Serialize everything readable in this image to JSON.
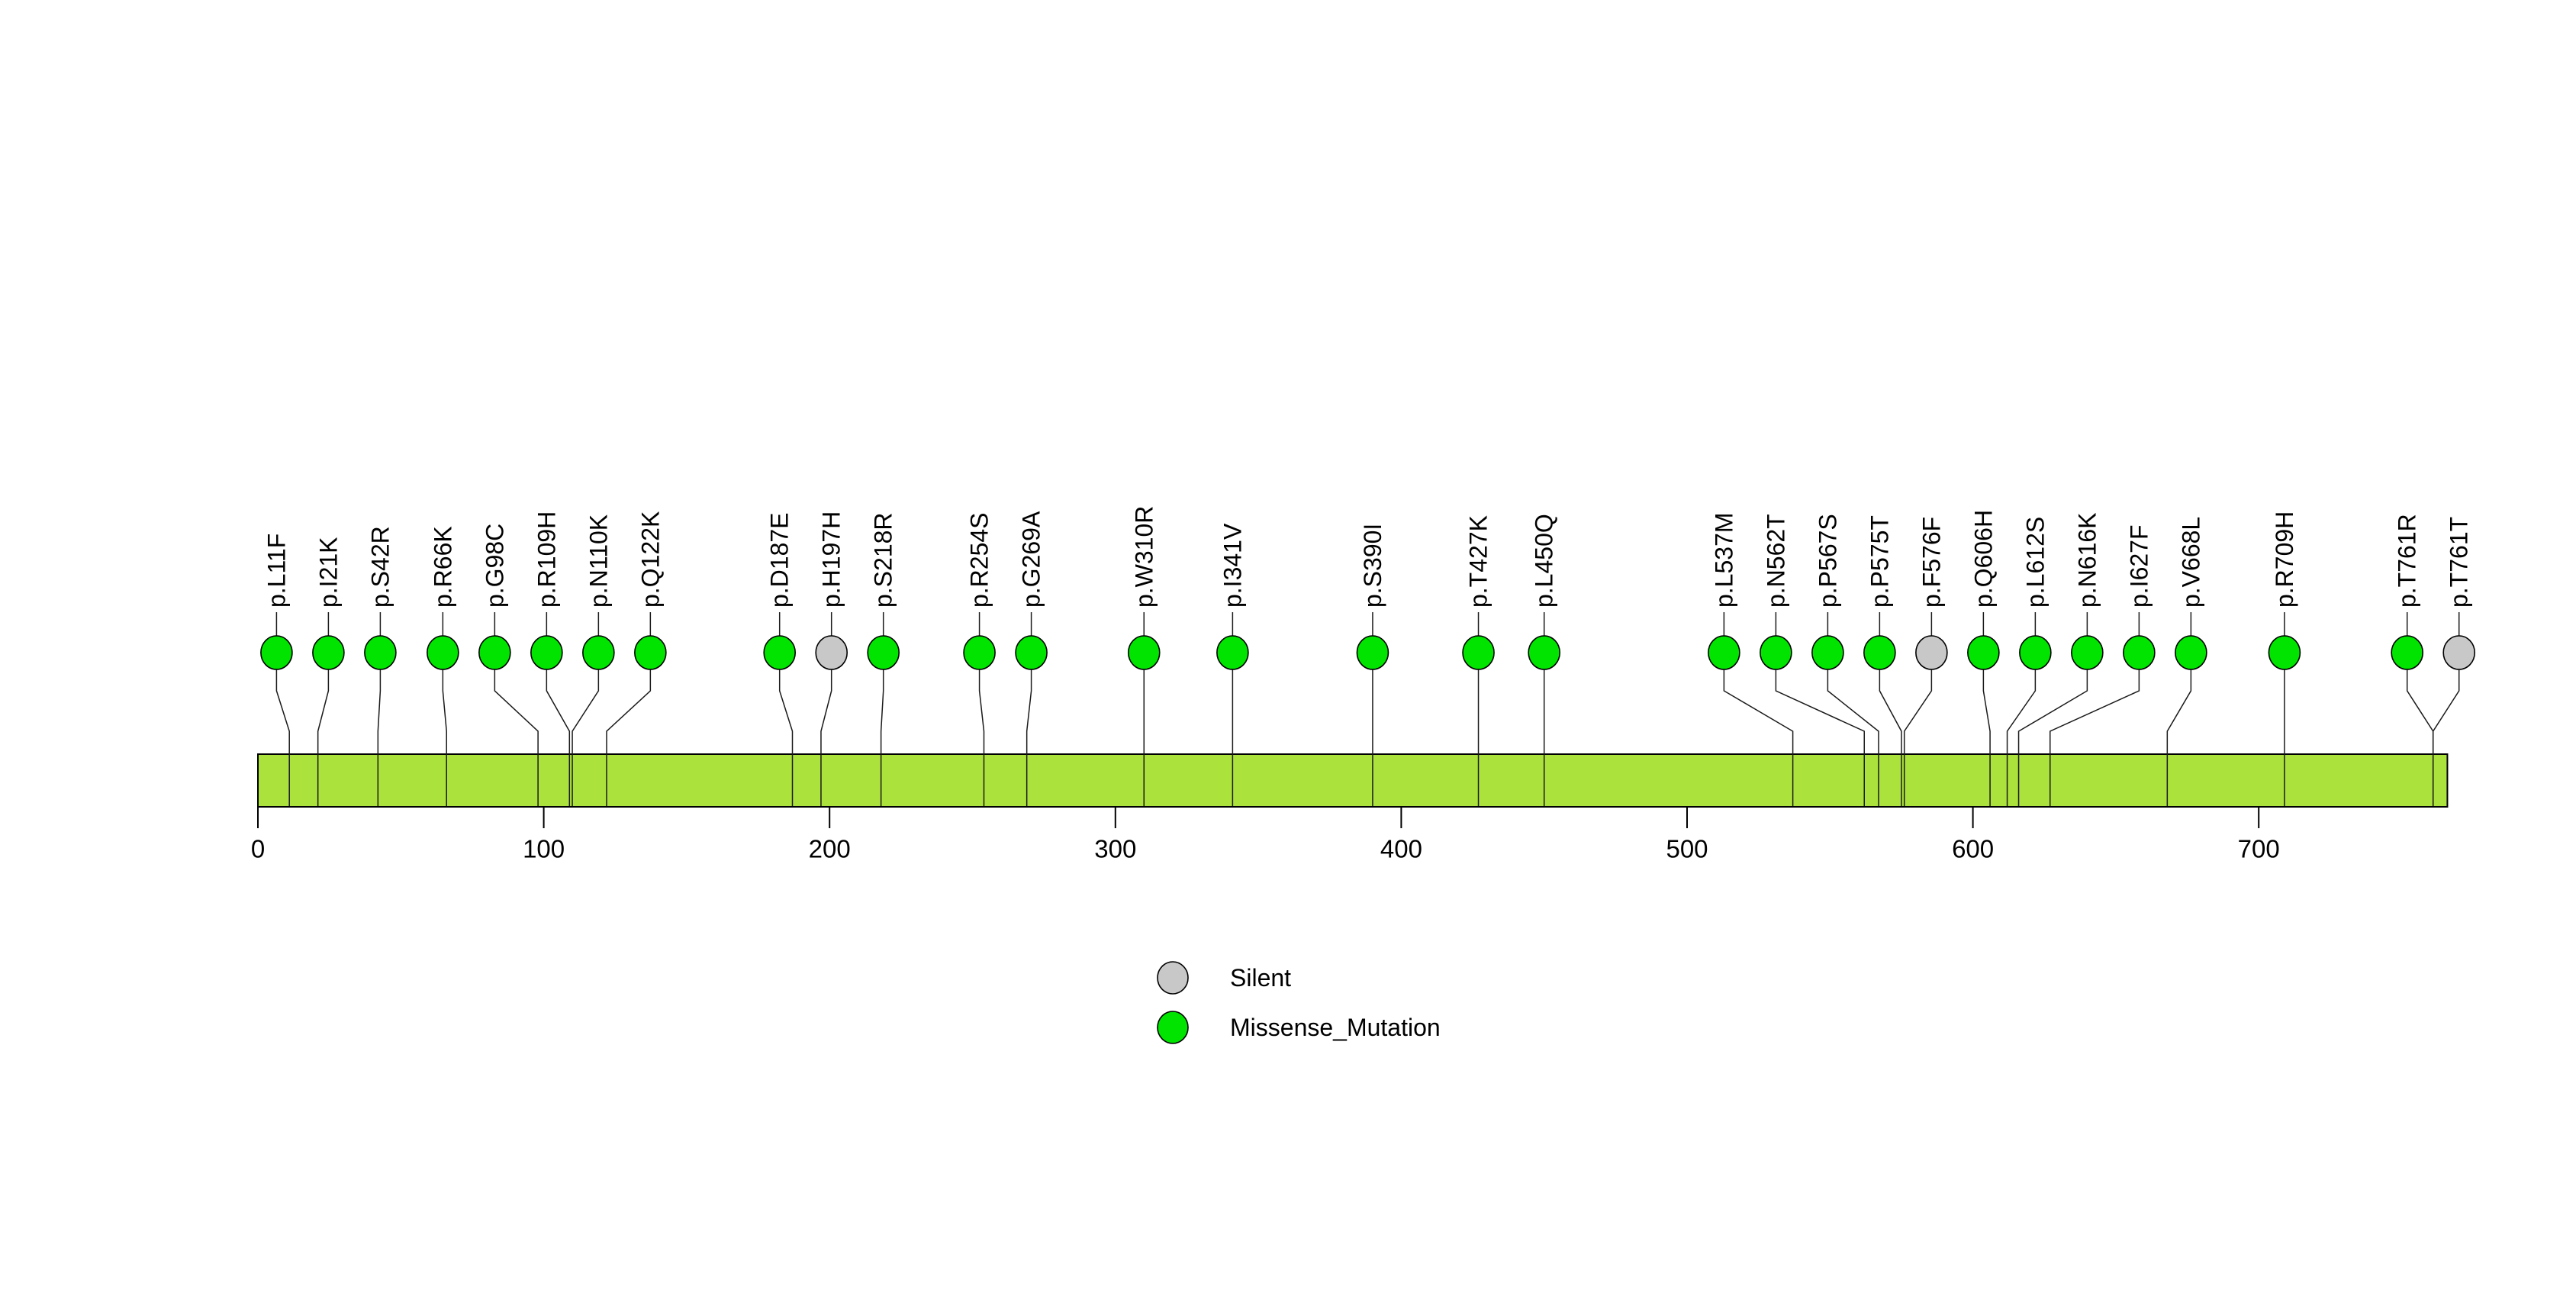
{
  "figure": {
    "background": "#FFFFFF"
  },
  "chart_data": {
    "type": "lollipop",
    "title": "",
    "xlabel": "",
    "ylabel": "",
    "protein": {
      "length": 766
    },
    "xaxis": {
      "ticks": [
        0,
        100,
        200,
        300,
        400,
        500,
        600,
        700
      ],
      "min": 0,
      "max": 766
    },
    "gene_body_color": "#ACE23C",
    "stem_color": "#1A1A1A",
    "outline_color": "#000000",
    "mutation_classes": [
      {
        "name": "Silent",
        "color": "#C8C8C8"
      },
      {
        "name": "Missense_Mutation",
        "color": "#00E400"
      }
    ],
    "legend": {
      "position": "bottom-center",
      "items": [
        "Silent",
        "Missense_Mutation"
      ]
    },
    "mutations": [
      {
        "label": "p.L11F",
        "position": 11,
        "class": "Missense_Mutation"
      },
      {
        "label": "p.I21K",
        "position": 21,
        "class": "Missense_Mutation"
      },
      {
        "label": "p.S42R",
        "position": 42,
        "class": "Missense_Mutation"
      },
      {
        "label": "p.R66K",
        "position": 66,
        "class": "Missense_Mutation"
      },
      {
        "label": "p.G98C",
        "position": 98,
        "class": "Missense_Mutation"
      },
      {
        "label": "p.R109H",
        "position": 109,
        "class": "Missense_Mutation"
      },
      {
        "label": "p.N110K",
        "position": 110,
        "class": "Missense_Mutation"
      },
      {
        "label": "p.Q122K",
        "position": 122,
        "class": "Missense_Mutation"
      },
      {
        "label": "p.D187E",
        "position": 187,
        "class": "Missense_Mutation"
      },
      {
        "label": "p.H197H",
        "position": 197,
        "class": "Silent"
      },
      {
        "label": "p.S218R",
        "position": 218,
        "class": "Missense_Mutation"
      },
      {
        "label": "p.R254S",
        "position": 254,
        "class": "Missense_Mutation"
      },
      {
        "label": "p.G269A",
        "position": 269,
        "class": "Missense_Mutation"
      },
      {
        "label": "p.W310R",
        "position": 310,
        "class": "Missense_Mutation"
      },
      {
        "label": "p.I341V",
        "position": 341,
        "class": "Missense_Mutation"
      },
      {
        "label": "p.S390I",
        "position": 390,
        "class": "Missense_Mutation"
      },
      {
        "label": "p.T427K",
        "position": 427,
        "class": "Missense_Mutation"
      },
      {
        "label": "p.L450Q",
        "position": 450,
        "class": "Missense_Mutation"
      },
      {
        "label": "p.L537M",
        "position": 537,
        "class": "Missense_Mutation"
      },
      {
        "label": "p.N562T",
        "position": 562,
        "class": "Missense_Mutation"
      },
      {
        "label": "p.P567S",
        "position": 567,
        "class": "Missense_Mutation"
      },
      {
        "label": "p.P575T",
        "position": 575,
        "class": "Missense_Mutation"
      },
      {
        "label": "p.F576F",
        "position": 576,
        "class": "Silent"
      },
      {
        "label": "p.Q606H",
        "position": 606,
        "class": "Missense_Mutation"
      },
      {
        "label": "p.L612S",
        "position": 612,
        "class": "Missense_Mutation"
      },
      {
        "label": "p.N616K",
        "position": 616,
        "class": "Missense_Mutation"
      },
      {
        "label": "p.I627F",
        "position": 627,
        "class": "Missense_Mutation"
      },
      {
        "label": "p.V668L",
        "position": 668,
        "class": "Missense_Mutation"
      },
      {
        "label": "p.R709H",
        "position": 709,
        "class": "Missense_Mutation"
      },
      {
        "label": "p.T761R",
        "position": 761,
        "class": "Missense_Mutation"
      },
      {
        "label": "p.T761T",
        "position": 761,
        "class": "Silent"
      }
    ]
  }
}
